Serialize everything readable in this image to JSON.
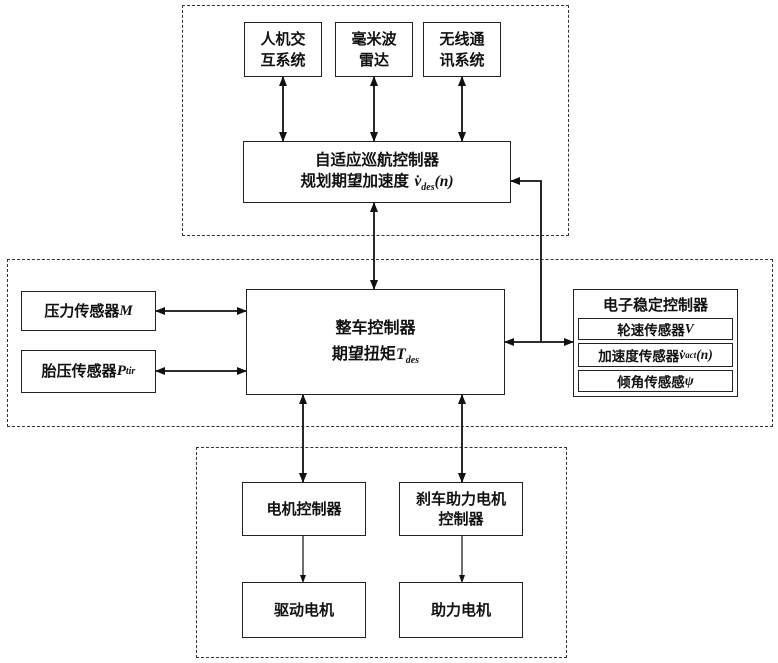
{
  "groups": {
    "top": {
      "boxes": [
        {
          "line1": "人机交",
          "line2": "互系统"
        },
        {
          "line1": "毫米波",
          "line2": "雷达"
        },
        {
          "line1": "无线通",
          "line2": "讯系统"
        }
      ],
      "acc": {
        "title": "自适应巡航控制器",
        "subtitle": "规划期望加速度",
        "symbol": "v̇",
        "symbol_sub": "des",
        "symbol_arg": "(n)"
      }
    },
    "middle": {
      "left_boxes": [
        {
          "label": "压力传感器",
          "symbol": "M",
          "symbol_sub": ""
        },
        {
          "label": "胎压传感器",
          "symbol": "P",
          "symbol_sub": "tir"
        }
      ],
      "vcu": {
        "title": "整车控制器",
        "subtitle": "期望扭矩",
        "symbol": "T",
        "symbol_sub": "des"
      },
      "esc": {
        "title": "电子稳定控制器",
        "items": [
          {
            "label": "轮速传感器",
            "symbol": "V",
            "symbol_sub": "",
            "arg": ""
          },
          {
            "label": "加速度传感器",
            "symbol": "v̇",
            "symbol_sub": "act",
            "arg": "(n)"
          },
          {
            "label": "倾角传感感",
            "symbol": "ψ",
            "symbol_sub": "",
            "arg": ""
          }
        ]
      }
    },
    "bottom": {
      "motor_ctrl": {
        "line1": "电机控制器"
      },
      "brake_ctrl": {
        "line1": "刹车助力电机",
        "line2": "控制器"
      },
      "drive_motor": {
        "line1": "驱动电机"
      },
      "assist_motor": {
        "line1": "助力电机"
      }
    }
  }
}
